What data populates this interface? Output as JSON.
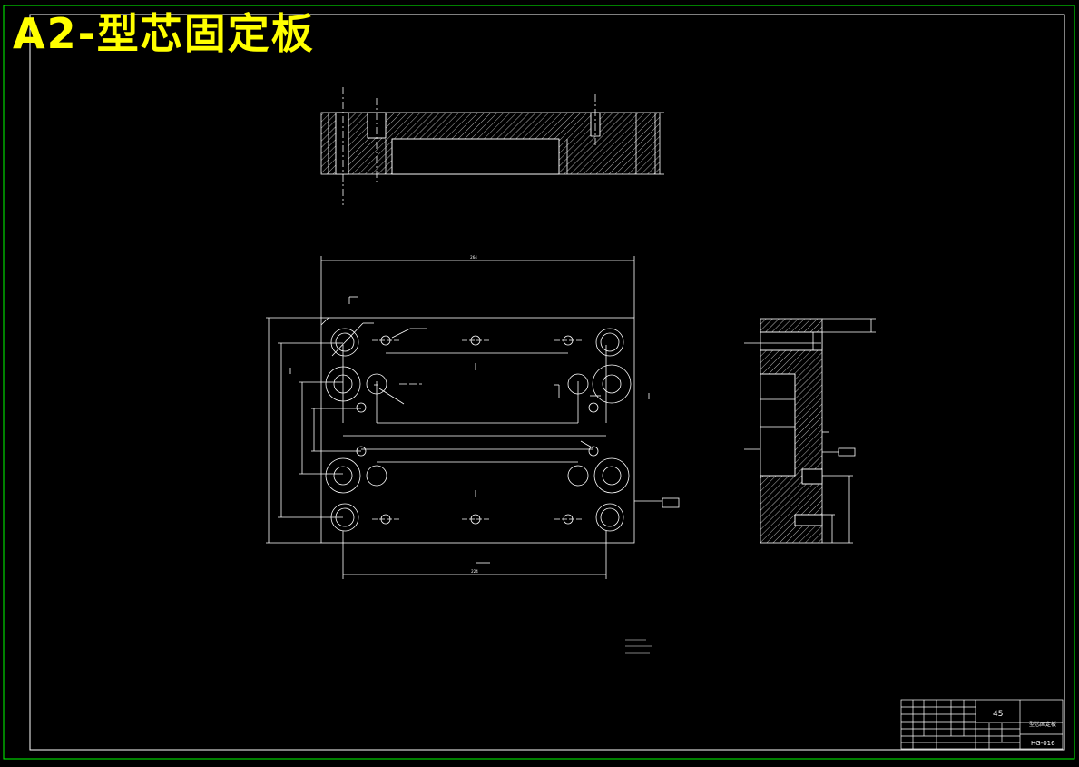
{
  "overlay_title": "A2-型芯固定板",
  "title_block": {
    "material": "45",
    "part_name": "型芯固定板",
    "drawing_no": "HG-016"
  },
  "dimensions": {
    "top_width": "264",
    "bottom_width": "224"
  },
  "colors": {
    "background": "#000000",
    "frame": "#00ff00",
    "lines": "#ffffff",
    "title": "#ffff00"
  }
}
